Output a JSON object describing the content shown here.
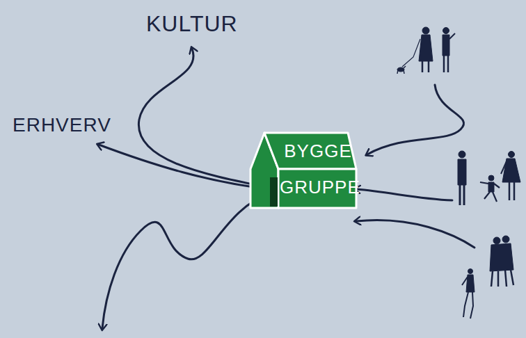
{
  "diagram": {
    "nodes": [
      {
        "text": [
          "BYGGE GRUPPE"
        ]
      }
    ],
    "labels": [
      "KULTUR",
      "ERHVERV"
    ]
  }
}
